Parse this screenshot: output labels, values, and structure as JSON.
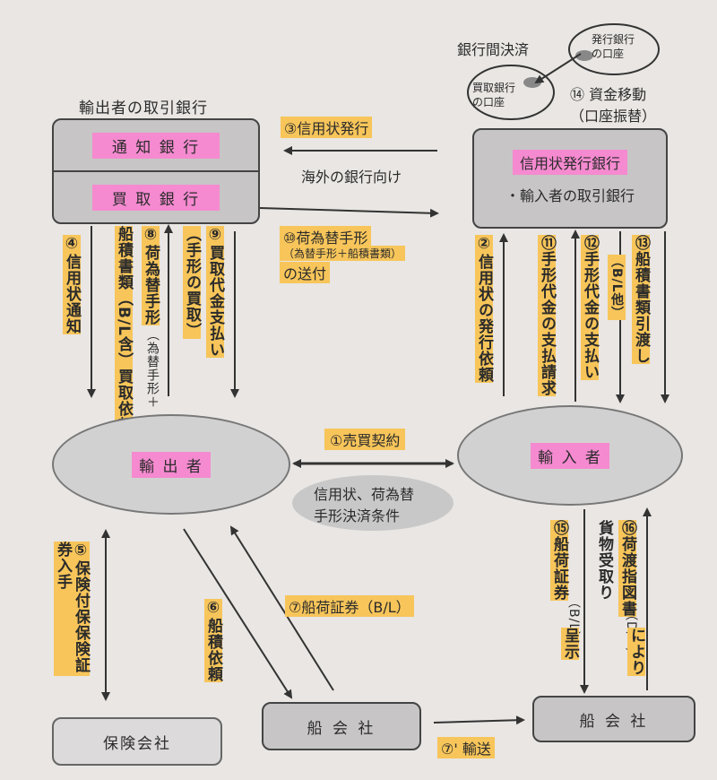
{
  "top_section": {
    "interbank_label": "銀行間決済",
    "issuing_account": "発行銀行の口座",
    "negotiating_account": "買取銀行の口座",
    "fund_move": "⑭ 資金移動",
    "fund_move_sub": "（口座振替）"
  },
  "nodes": {
    "exporter_bank_title": "輸出者の取引銀行",
    "advising_bank": "通 知 銀 行",
    "negotiating_bank": "買 取 銀 行",
    "issuing_bank": "信用状発行銀行",
    "issuing_bank_sub": "・輸入者の取引銀行",
    "exporter": "輸 出 者",
    "importer": "輸 入 者",
    "insurance": "保険会社",
    "shipping_co_1": "船 会 社",
    "shipping_co_2": "船 会 社"
  },
  "steps": {
    "s1": "①売買契約",
    "s1_cond1": "信用状、荷為替",
    "s1_cond2": "手形決済条件",
    "s2": "②信用状の発行依頼",
    "s3": "③信用状発行",
    "s3_sub": "海外の銀行向け",
    "s4": "④信用状通知",
    "s5": "⑤保険付保保険証券入手",
    "s6": "⑥船積依頼",
    "s7": "⑦船荷証券（B/L）",
    "s7b": "⑦' 輸送",
    "s8": "⑧荷為替手形",
    "s8_sub": "（為替手形＋",
    "s8_col2": "船積書類（B/L含）買取依頼",
    "s9": "⑨買取代金支払い",
    "s9_sub": "（手形の買取）",
    "s10": "⑩荷為替手形",
    "s10_sub": "（為替手形＋船積書類）",
    "s10_tail": "の送付",
    "s11": "⑪手形代金の支払請求",
    "s12": "⑫手形代金の支払い",
    "s13": "⑬船積書類引渡し",
    "s13_sub": "（B/L他）",
    "s15": "⑮船荷証券",
    "s15_sub": "（B/L）",
    "s15_tail": "呈示",
    "s16": "⑯荷渡指図書",
    "s16_sub": "（D/O）",
    "s16_tail": "により",
    "s16_col2": "貨物受取り"
  }
}
